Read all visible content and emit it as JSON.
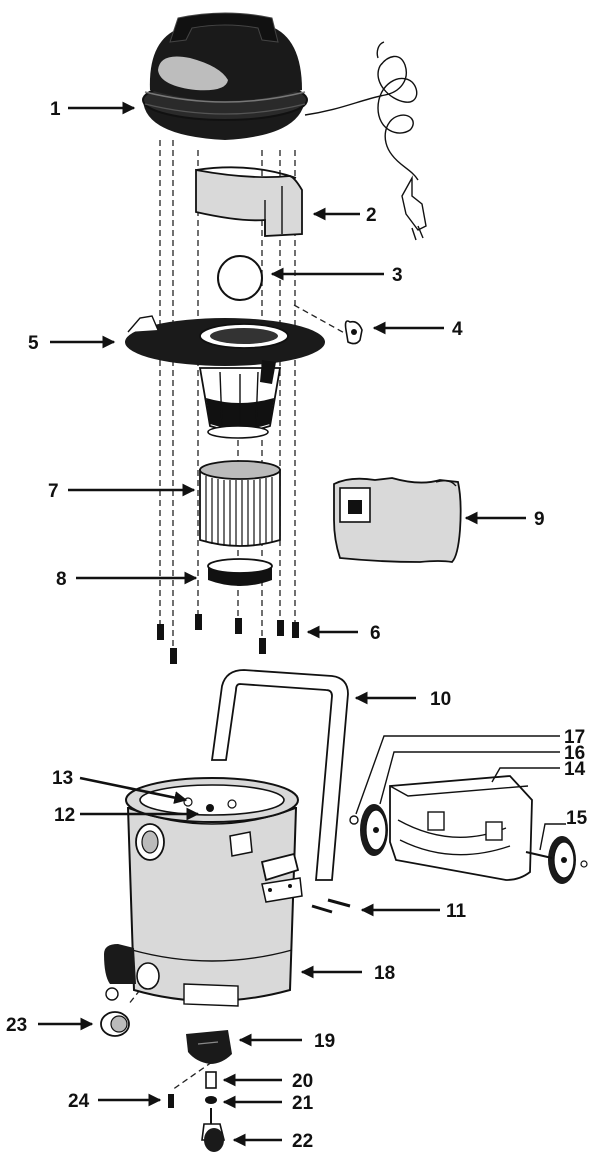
{
  "callouts": [
    {
      "id": "1",
      "label": "1"
    },
    {
      "id": "2",
      "label": "2"
    },
    {
      "id": "3",
      "label": "3"
    },
    {
      "id": "4",
      "label": "4"
    },
    {
      "id": "5",
      "label": "5"
    },
    {
      "id": "6",
      "label": "6"
    },
    {
      "id": "7",
      "label": "7"
    },
    {
      "id": "8",
      "label": "8"
    },
    {
      "id": "9",
      "label": "9"
    },
    {
      "id": "10",
      "label": "10"
    },
    {
      "id": "11",
      "label": "11"
    },
    {
      "id": "12",
      "label": "12"
    },
    {
      "id": "13",
      "label": "13"
    },
    {
      "id": "14",
      "label": "14"
    },
    {
      "id": "15",
      "label": "15"
    },
    {
      "id": "16",
      "label": "16"
    },
    {
      "id": "17",
      "label": "17"
    },
    {
      "id": "18",
      "label": "18"
    },
    {
      "id": "19",
      "label": "19"
    },
    {
      "id": "20",
      "label": "20"
    },
    {
      "id": "21",
      "label": "21"
    },
    {
      "id": "22",
      "label": "22"
    },
    {
      "id": "23",
      "label": "23"
    },
    {
      "id": "24",
      "label": "24"
    }
  ],
  "colors": {
    "ink": "#111111",
    "dark_fill": "#1a1a1a",
    "mid_gray": "#bdbdbd",
    "light_gray": "#d9d9d9",
    "paper": "#ffffff"
  }
}
